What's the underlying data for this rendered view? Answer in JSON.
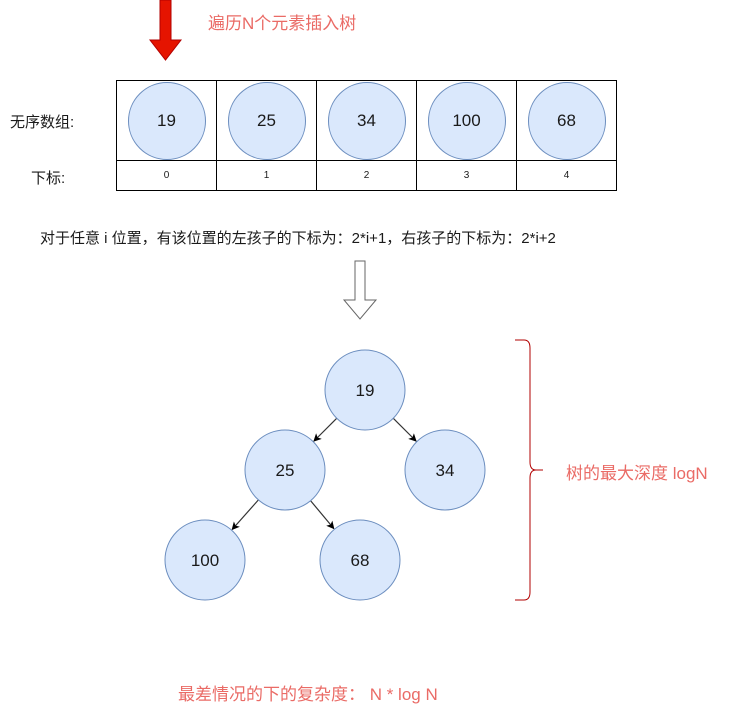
{
  "header": {
    "title": "遍历N个元素插入树",
    "arrow_color": "#e51400"
  },
  "array": {
    "row_label": "无序数组:",
    "index_label": "下标:",
    "values": [
      "19",
      "25",
      "34",
      "100",
      "68"
    ],
    "indices": [
      "0",
      "1",
      "2",
      "3",
      "4"
    ]
  },
  "formula": "对于任意 i 位置，有该位置的左孩子的下标为：2*i+1，右孩子的下标为：2*i+2",
  "tree": {
    "nodes": [
      {
        "id": "n0",
        "value": "19",
        "index": 0
      },
      {
        "id": "n1",
        "value": "25",
        "index": 1
      },
      {
        "id": "n2",
        "value": "34",
        "index": 2
      },
      {
        "id": "n3",
        "value": "100",
        "index": 3
      },
      {
        "id": "n4",
        "value": "68",
        "index": 4
      }
    ],
    "edges": [
      {
        "from": "n0",
        "to": "n1"
      },
      {
        "from": "n0",
        "to": "n2"
      },
      {
        "from": "n1",
        "to": "n3"
      },
      {
        "from": "n1",
        "to": "n4"
      }
    ],
    "node_fill": "#dae8fc",
    "node_stroke": "#6c8ebf"
  },
  "annotations": {
    "depth_label": "树的最大深度 logN",
    "complexity_label": "最差情况的下的复杂度：  N * log N",
    "text_color": "#ea6b66",
    "bracket_color": "#b20000"
  }
}
